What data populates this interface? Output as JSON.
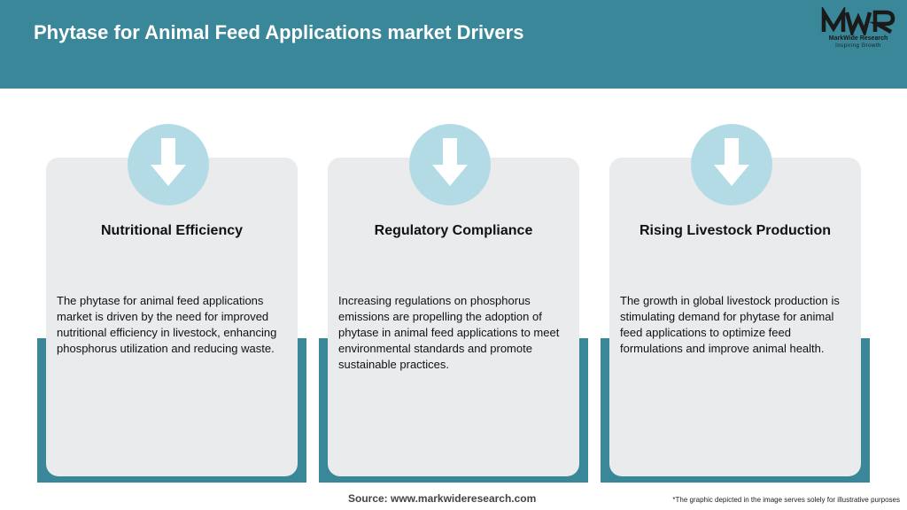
{
  "header": {
    "title": "Phytase for Animal Feed Applications market Drivers",
    "logo": {
      "mark": "MWR",
      "company": "MarkWide Research",
      "tagline": "Inspiring Growth"
    }
  },
  "cards": [
    {
      "icon": "arrow-down-icon",
      "title": "Nutritional Efficiency",
      "body": "The phytase for animal feed applications market is driven by the need for improved nutritional efficiency in livestock, enhancing phosphorus utilization and reducing waste."
    },
    {
      "icon": "arrow-down-icon",
      "title": "Regulatory Compliance",
      "body": "Increasing regulations on phosphorus emissions are propelling the adoption of phytase in animal feed applications to meet environmental standards and promote sustainable practices."
    },
    {
      "icon": "arrow-down-icon",
      "title": "Rising Livestock Production",
      "body": "The growth in global livestock production is stimulating demand for phytase for animal feed applications to optimize feed formulations and improve animal health."
    }
  ],
  "footer": {
    "source": "Source: www.markwideresearch.com",
    "disclaimer": "*The graphic depicted in the image serves solely for illustrative purposes"
  },
  "colors": {
    "accent": "#3a8799",
    "card_bg": "#e9ebec",
    "icon_circle": "#b3dbe6"
  }
}
